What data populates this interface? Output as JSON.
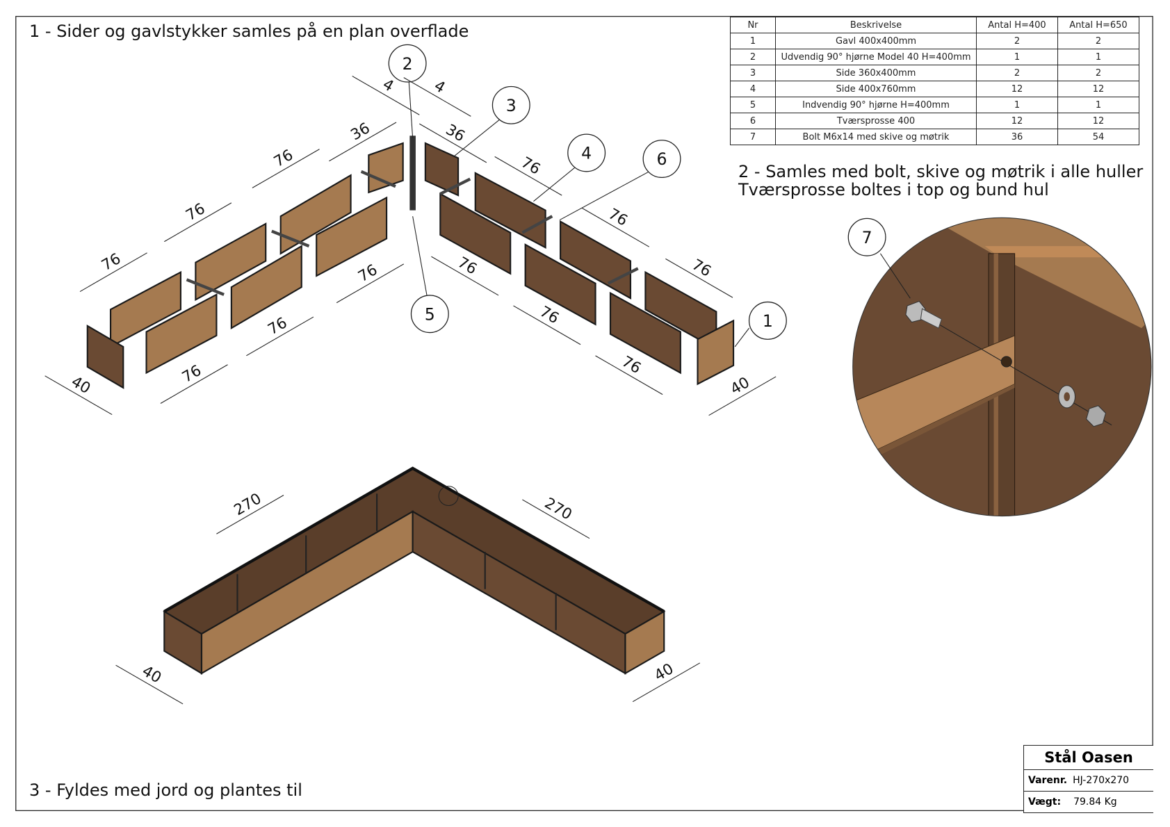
{
  "steps": {
    "step1": "1 - Sider og gavlstykker samles på en plan overflade",
    "step2_line1": "2 - Samles med bolt, skive og møtrik i alle huller",
    "step2_line2": "Tværsprosse boltes i top og bund hul",
    "step3": "3 - Fyldes med jord og plantes til"
  },
  "bom": {
    "headers": [
      "Nr",
      "Beskrivelse",
      "Antal H=400",
      "Antal H=650"
    ],
    "rows": [
      [
        "1",
        "Gavl 400x400mm",
        "2",
        "2"
      ],
      [
        "2",
        "Udvendig 90° hjørne Model 40 H=400mm",
        "1",
        "1"
      ],
      [
        "3",
        "Side 360x400mm",
        "2",
        "2"
      ],
      [
        "4",
        "Side 400x760mm",
        "12",
        "12"
      ],
      [
        "5",
        "Indvendig 90° hjørne H=400mm",
        "1",
        "1"
      ],
      [
        "6",
        "Tværsprosse 400",
        "12",
        "12"
      ],
      [
        "7",
        "Bolt M6x14 med skive og møtrik",
        "36",
        "54"
      ]
    ]
  },
  "balloons": [
    "1",
    "2",
    "3",
    "4",
    "5",
    "6",
    "7"
  ],
  "dimensions": {
    "exploded": [
      "4",
      "4",
      "36",
      "36",
      "76",
      "76",
      "76",
      "76",
      "76",
      "76",
      "40",
      "76",
      "76",
      "76",
      "76",
      "76",
      "76",
      "40"
    ],
    "assembled": [
      "270",
      "270",
      "40",
      "40"
    ]
  },
  "title_block": {
    "company": "Stål Oasen",
    "item_label": "Varenr.",
    "item_value": "HJ-270x270",
    "weight_label": "Vægt:",
    "weight_value": "79.84 Kg"
  },
  "colors": {
    "wood_light": "#a57a50",
    "wood_dark": "#6a4a33",
    "wood_top": "#c08a58"
  }
}
